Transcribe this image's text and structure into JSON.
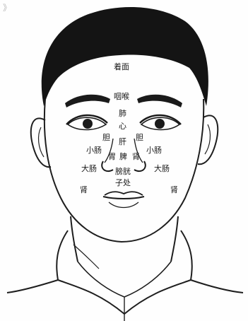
{
  "corner_mark": "》",
  "labels": {
    "face_area": "着面",
    "throat": "咽喉",
    "lung": "肺",
    "heart": "心",
    "liver": "肝",
    "gallbladder_left": "胆",
    "gallbladder_right": "胆",
    "small_intestine_left": "小肠",
    "small_intestine_right": "小肠",
    "stomach": "胃",
    "spleen": "脾",
    "kidney_center": "肾",
    "large_intestine_left": "大肠",
    "large_intestine_right": "大肠",
    "bladder": "膀胱",
    "uterus": "子处",
    "kidney_left": "肾",
    "kidney_right": "肾"
  }
}
